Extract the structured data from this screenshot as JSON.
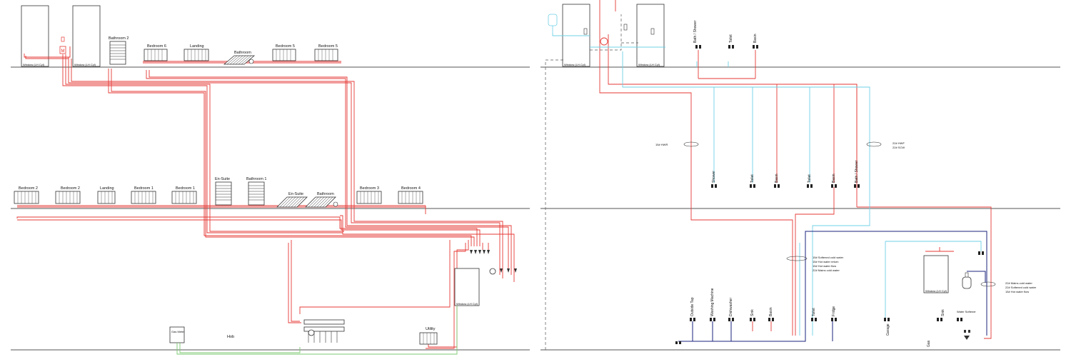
{
  "left": {
    "cylinders": [
      {
        "label": "Window (LH Cyl)",
        "seal": "top"
      },
      {
        "label": "Window (LH Cyl)"
      }
    ],
    "upper_rads": [
      {
        "label": "Bathroom 2",
        "kind": "towel"
      },
      {
        "label": "Bedroom 6",
        "kind": "panel"
      },
      {
        "label": "Landing",
        "kind": "panel"
      },
      {
        "label": "Bathroom",
        "kind": "ufh"
      },
      {
        "label": "Bedroom 5",
        "kind": "panel"
      },
      {
        "label": "Bedroom 5",
        "kind": "panel"
      }
    ],
    "lower_rads": [
      {
        "label": "Bedroom 2",
        "kind": "panel"
      },
      {
        "label": "Bedroom 2",
        "kind": "panel"
      },
      {
        "label": "Landing",
        "kind": "panel"
      },
      {
        "label": "Bedroom 1",
        "kind": "panel"
      },
      {
        "label": "Bedroom 1",
        "kind": "panel"
      },
      {
        "label": "En-Suite",
        "kind": "towel"
      },
      {
        "label": "Bathroom 1",
        "kind": "towel"
      },
      {
        "label": "En-Suite",
        "kind": "ufh"
      },
      {
        "label": "Bathroom",
        "kind": "ufh"
      },
      {
        "label": "Bedroom 3",
        "kind": "panel"
      },
      {
        "label": "Bedroom 4",
        "kind": "panel"
      }
    ],
    "boiler_label": "Window (LH Cyl)",
    "gas_meter": "Gas Meter",
    "hob": "Hob",
    "utility": "Utility"
  },
  "right": {
    "cylinders": [
      {
        "label": "Window (LH Cyl)"
      },
      {
        "label": "Window (LH Cyl)"
      }
    ],
    "top_outlets": [
      "Bath / Shower",
      "Toilet",
      "Basin"
    ],
    "mid_outlets": [
      "Shower",
      "Toilet",
      "Basin",
      "Toilet",
      "Basin",
      "Bath / Shower"
    ],
    "bottom_outlets": [
      "Outside Tap",
      "Washing Machine",
      "Dishwasher",
      "Sink",
      "Basin",
      "Toilet",
      "Fridge",
      "Garage",
      "Sink",
      "Water Softener",
      "Gas"
    ],
    "label_hwr_15": "15# HWR",
    "label_22_block": [
      "22# HWF",
      "22# SCW"
    ],
    "label_15_block": [
      "15# Softened cold water",
      "15# Hot water return",
      "15# Hot water flow",
      "22# Mains cold water"
    ],
    "label_22b_block": [
      "22# Mains cold water",
      "22# Softened cold water",
      "15# Hot water flow"
    ],
    "boiler_label": "Window (LH Cyl)"
  },
  "colors": {
    "floor": "#555555",
    "heating": "#e53935",
    "cold": "#6fd0e6",
    "mains": "#1a237e",
    "gas": "#7bc96f",
    "frame": "#333333"
  }
}
